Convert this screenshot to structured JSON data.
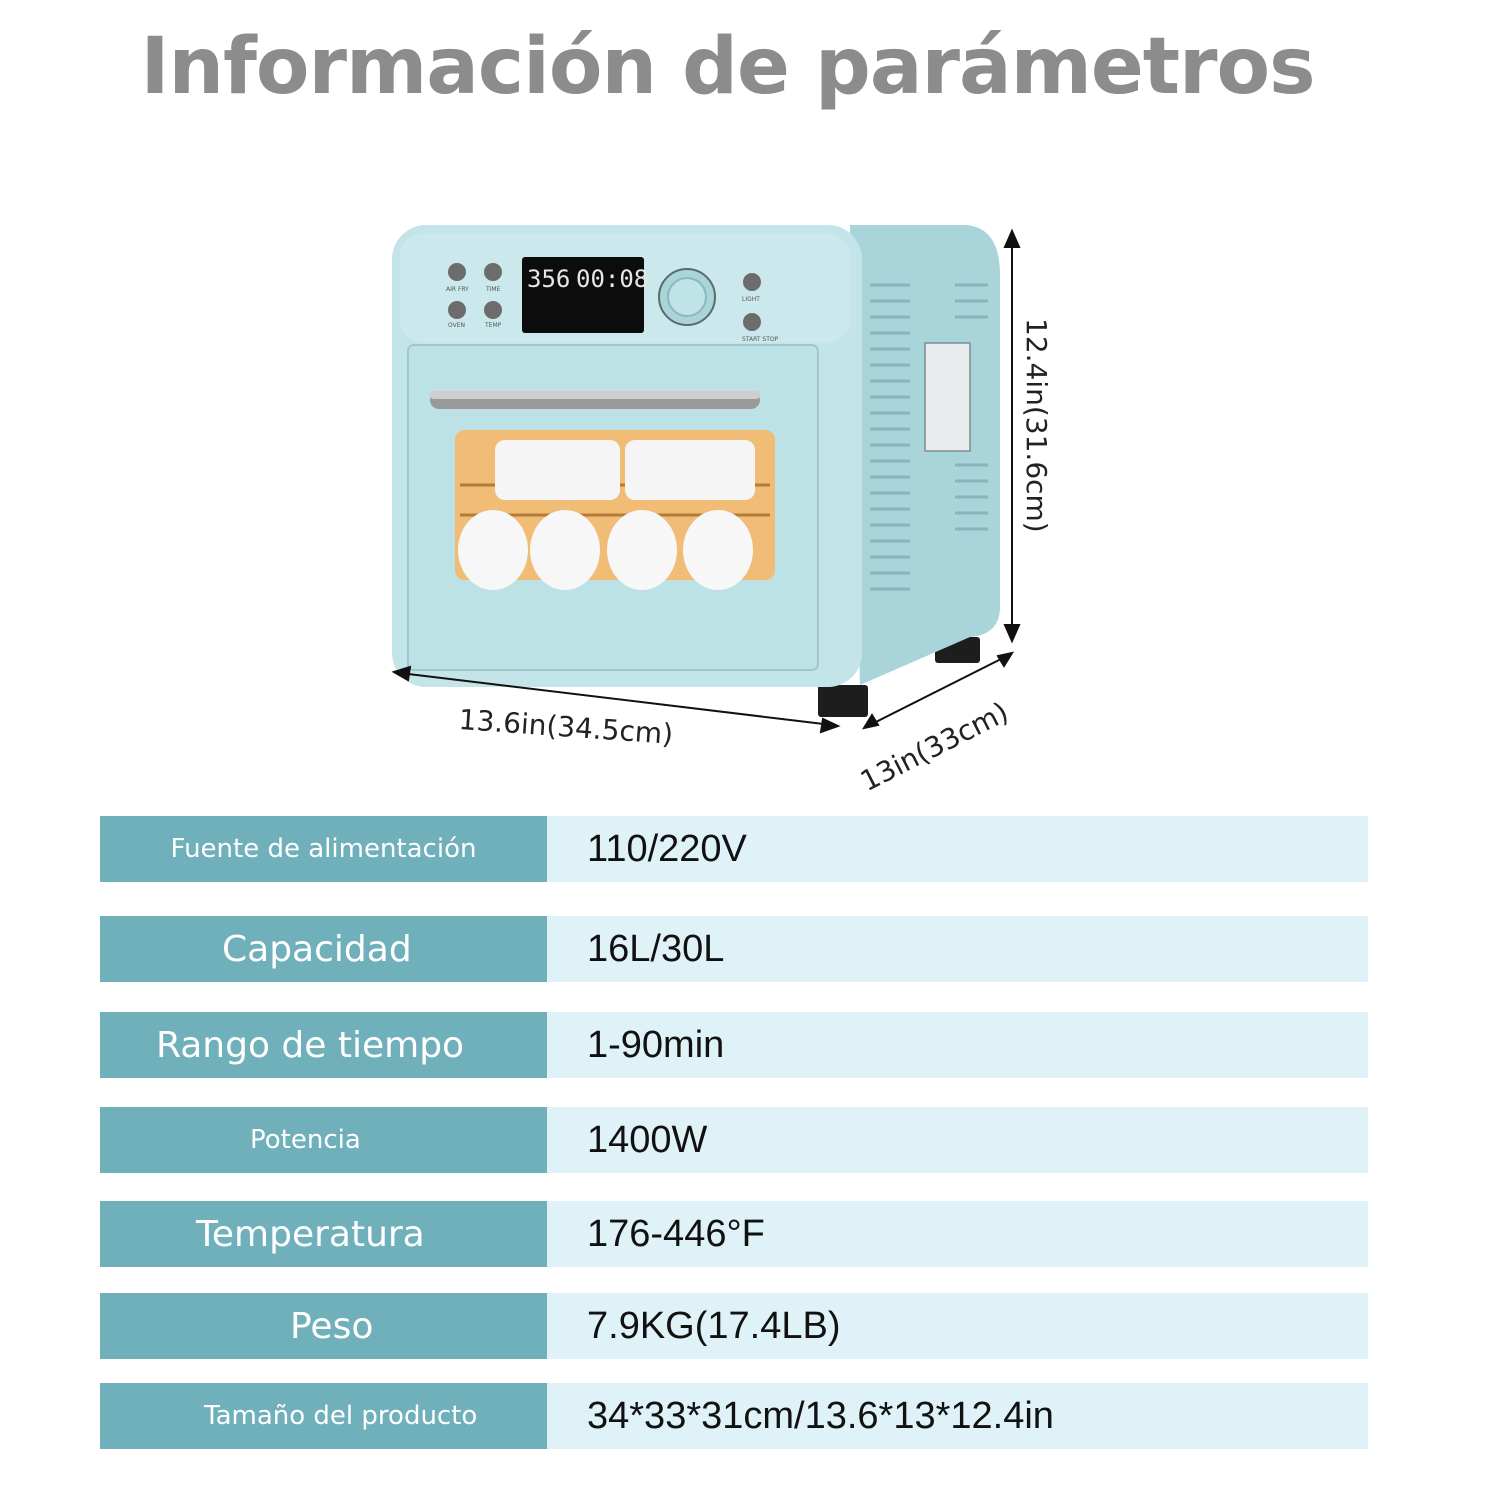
{
  "title": "Información de parámetros",
  "dimensions": {
    "width": "13.6in(34.5cm)",
    "depth": "13in(33cm)",
    "height": "12.4in(31.6cm)"
  },
  "oven": {
    "display_temp": "356",
    "display_time": "00:08",
    "buttons": [
      "AIR FRY",
      "TIME",
      "OVEN",
      "TEMP",
      "LIGHT",
      "START STOP"
    ],
    "body_color": "#bfe3e7"
  },
  "specs": [
    {
      "label": "Fuente de alimentación",
      "value": "110/220V"
    },
    {
      "label": "Capacidad",
      "value": "16L/30L"
    },
    {
      "label": "Rango de tiempo",
      "value": "1-90min"
    },
    {
      "label": "Potencia",
      "value": "1400W"
    },
    {
      "label": "Temperatura",
      "value": "176-446°F"
    },
    {
      "label": "Peso",
      "value": "7.9KG(17.4LB)"
    },
    {
      "label": "Tamaño del producto",
      "value": "34*33*31cm/13.6*13*12.4in"
    }
  ]
}
